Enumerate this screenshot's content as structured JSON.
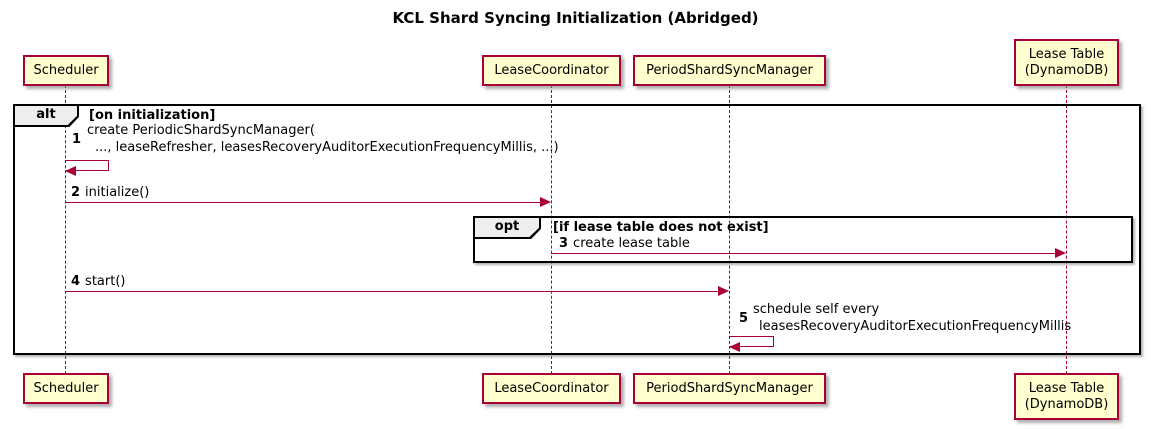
{
  "title": "KCL Shard Syncing Initialization (Abridged)",
  "colors": {
    "participant_fill": "#FEFECE",
    "participant_border": "#A80036",
    "arrow": "#A80036",
    "lifeline": "#A80036",
    "frame_border": "#000000",
    "frame_tab_fill": "#EEEEEE"
  },
  "participants": [
    {
      "label": "Scheduler"
    },
    {
      "label": "LeaseCoordinator"
    },
    {
      "label": "PeriodShardSyncManager"
    },
    {
      "label": "Lease Table\n(DynamoDB)"
    }
  ],
  "frames": {
    "alt": {
      "label": "alt",
      "condition": "[on initialization]"
    },
    "opt": {
      "label": "opt",
      "condition": "[if lease table does not exist]"
    }
  },
  "messages": [
    {
      "num": "1",
      "type": "self",
      "from": "Scheduler",
      "to": "Scheduler",
      "line1": "create PeriodicShardSyncManager(",
      "line2": "..., leaseRefresher, leasesRecoveryAuditorExecutionFrequencyMillis, ...)"
    },
    {
      "num": "2",
      "type": "sync",
      "from": "Scheduler",
      "to": "LeaseCoordinator",
      "text": "initialize()"
    },
    {
      "num": "3",
      "type": "sync",
      "from": "LeaseCoordinator",
      "to": "Lease Table (DynamoDB)",
      "text": "create lease table"
    },
    {
      "num": "4",
      "type": "sync",
      "from": "Scheduler",
      "to": "PeriodShardSyncManager",
      "text": "start()"
    },
    {
      "num": "5",
      "type": "self",
      "from": "PeriodShardSyncManager",
      "to": "PeriodShardSyncManager",
      "line1": "schedule self every",
      "line2": "leasesRecoveryAuditorExecutionFrequencyMillis"
    }
  ]
}
